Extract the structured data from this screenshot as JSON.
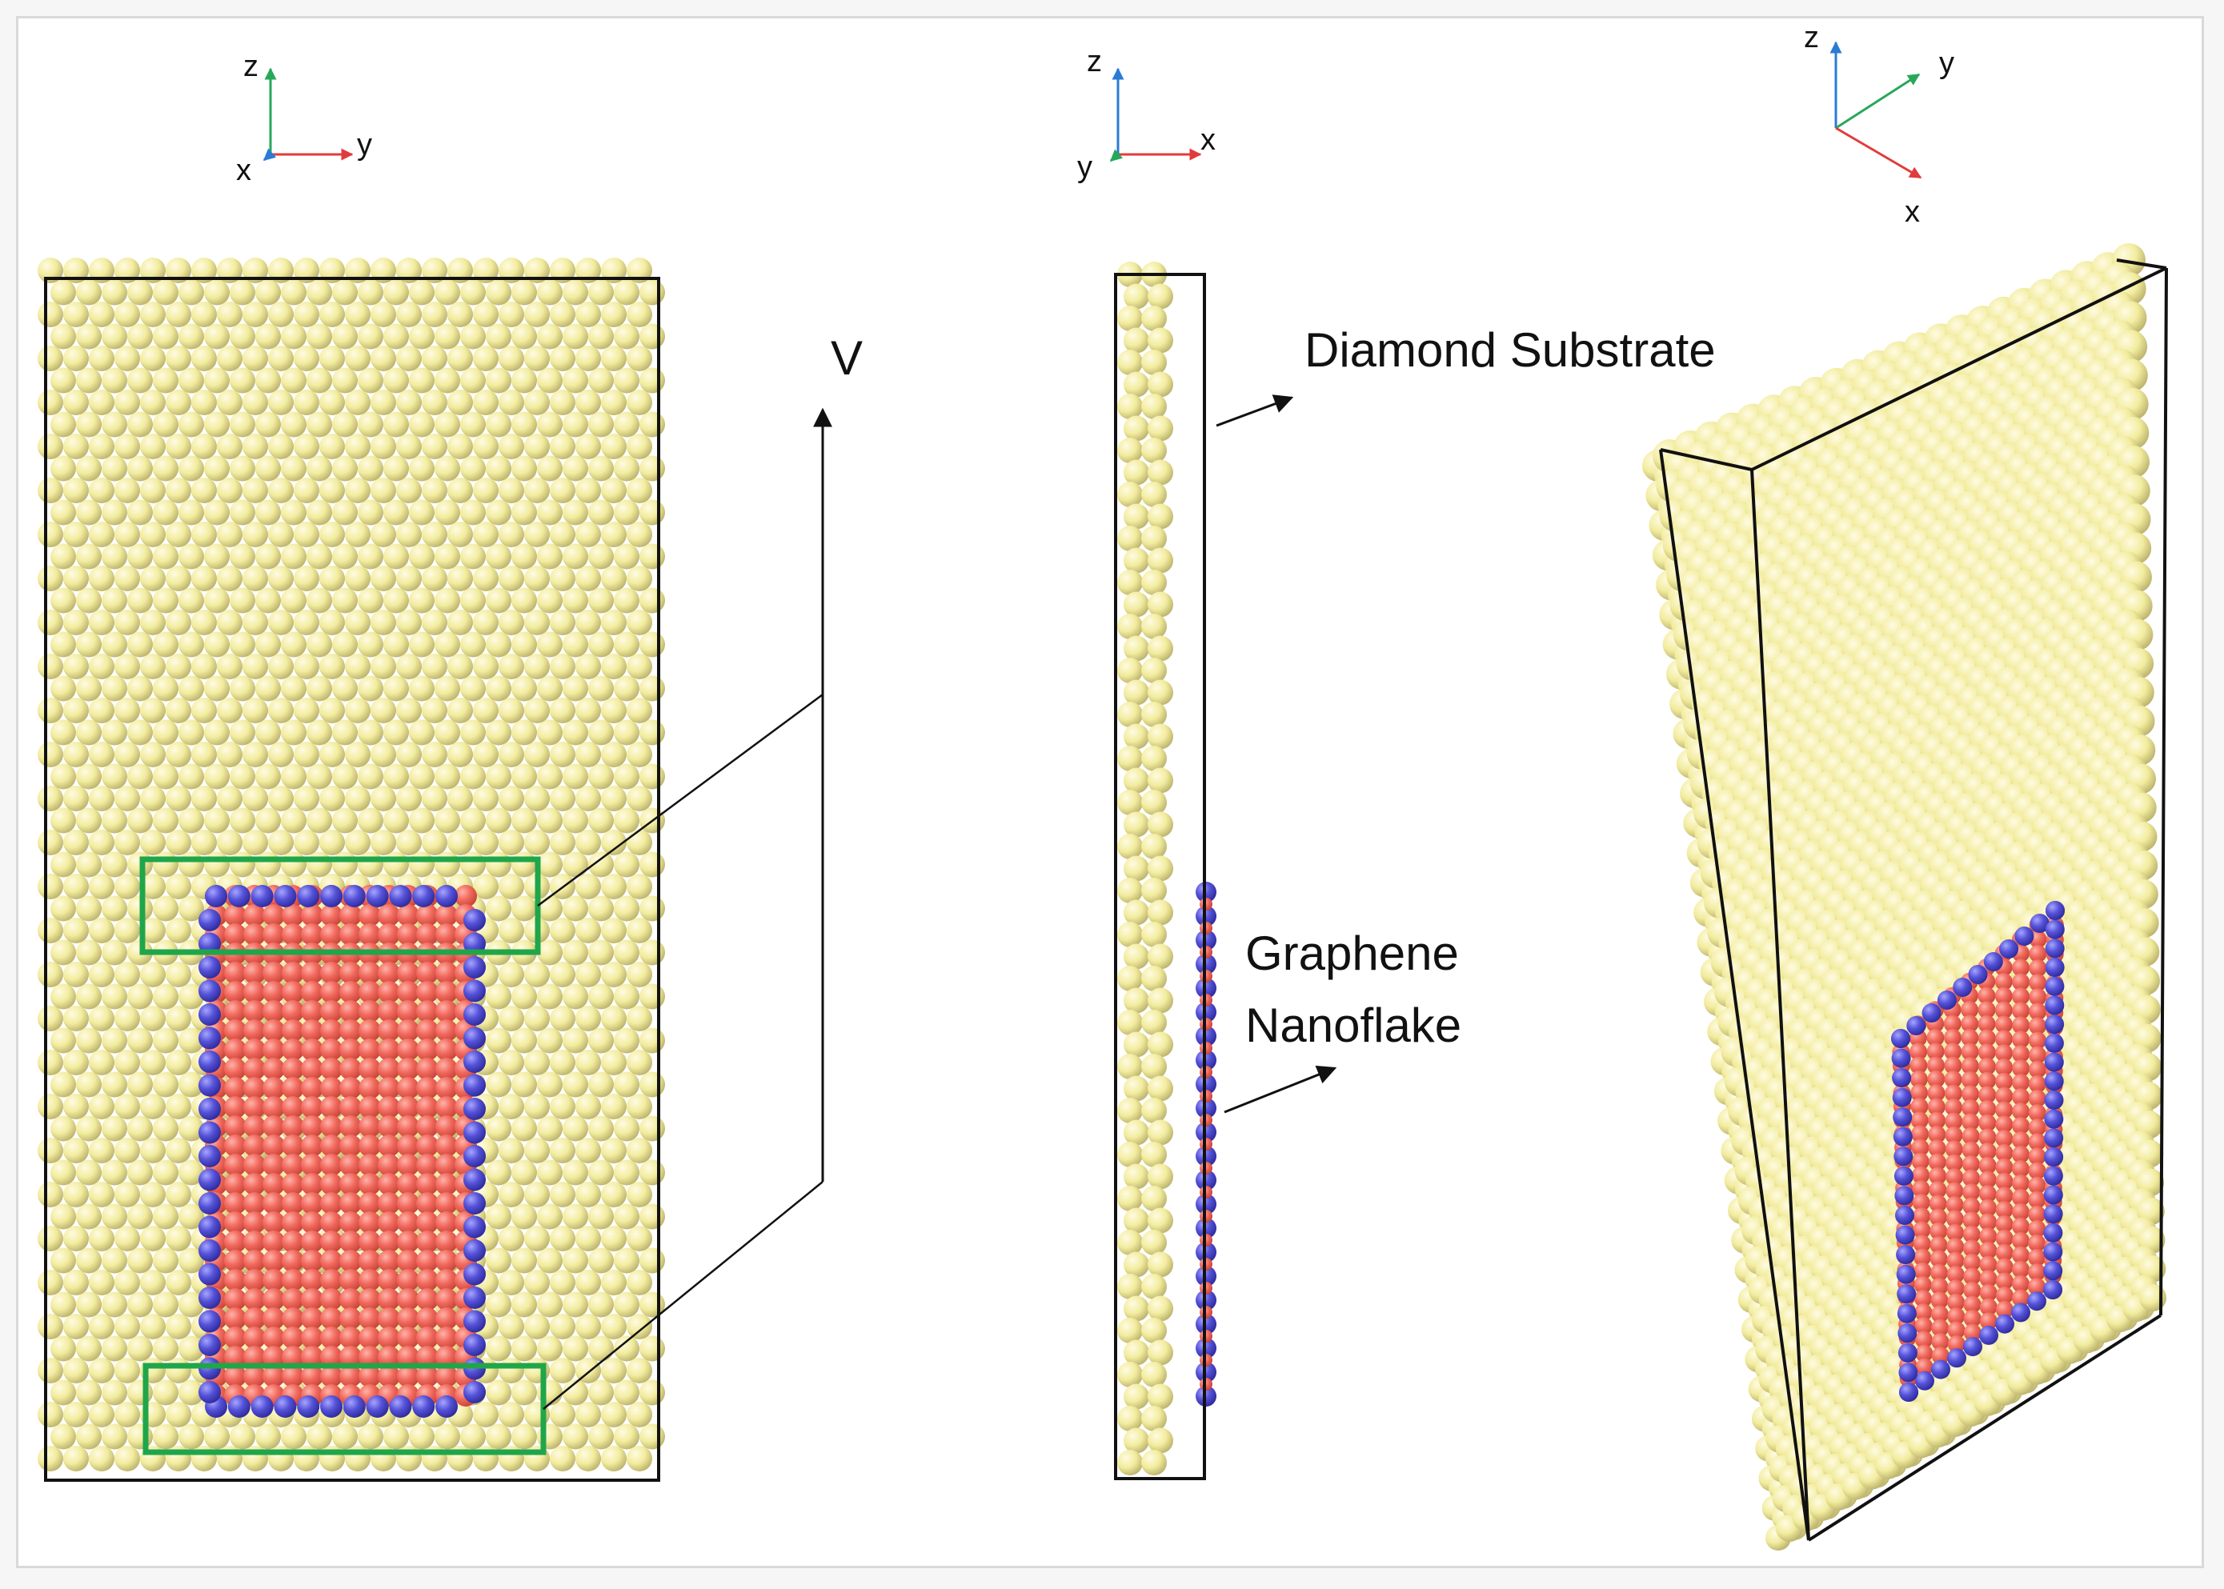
{
  "figure": {
    "labels": {
      "diamond_substrate": "Diamond Substrate",
      "graphene_line1": "Graphene",
      "graphene_line2": "Nanoflake",
      "velocity": "V"
    },
    "triads": [
      {
        "name": "left",
        "labels": {
          "z": "z",
          "y": "y",
          "x": "x"
        }
      },
      {
        "name": "middle",
        "labels": {
          "z": "z",
          "x": "x",
          "y": "y"
        }
      },
      {
        "name": "right",
        "labels": {
          "z": "z",
          "y": "y",
          "x": "x"
        }
      }
    ]
  },
  "colors": {
    "substrate_atom": "#f2ec9e",
    "graphene_inner": "#f26a5e",
    "graphene_edge": "#5552d8",
    "highlight_box": "#1fa64a",
    "axis_x": "#e23b3b",
    "axis_y": "#26a85a",
    "axis_z": "#2a7bd4"
  }
}
